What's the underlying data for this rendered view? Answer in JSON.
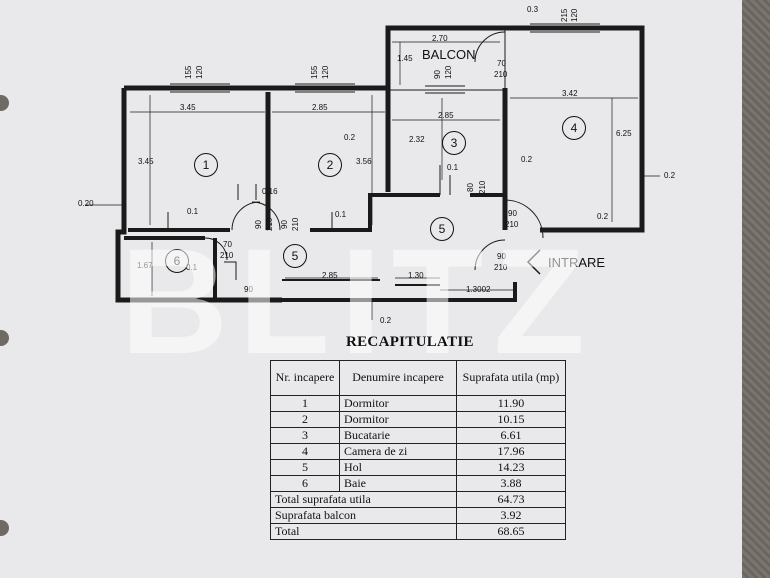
{
  "plan": {
    "room_numbers": [
      "1",
      "2",
      "3",
      "4",
      "5",
      "5",
      "6"
    ],
    "balcony_label": "BALCON",
    "entrance_label": "INTRARE",
    "watermark": "BLITZ",
    "dims": {
      "d0_3": "0.3",
      "d270": "2.70",
      "d215": "215",
      "d120a": "120",
      "d145": "1.45",
      "d70a": "70",
      "d210a": "210",
      "d155a": "155",
      "d120b": "120",
      "d155b": "155",
      "d120c": "120",
      "d90a": "90",
      "d120d": "120",
      "d345a": "3.45",
      "d285a": "2.85",
      "d285b": "2.85",
      "d342": "3.42",
      "d345b": "3.45",
      "d356": "3.56",
      "d02a": "0.2",
      "d232": "2.32",
      "d625": "6.25",
      "d02b": "0.2",
      "d01a": "0.1",
      "d02c": "0.2",
      "d016": "0.16",
      "d80": "80",
      "d210b": "210",
      "d020": "0.20",
      "d01b": "0.1",
      "d90b": "90",
      "d210c": "210",
      "d01c": "0.1",
      "d90c": "90",
      "d210d": "210",
      "d02d": "0.2",
      "d70b": "70",
      "d210e": "210",
      "d167": "1.67",
      "d01d": "0.1",
      "d90d": "90",
      "d210f": "210",
      "d90e": "90",
      "d285c": "2.85",
      "d130": "1.30",
      "d13002": "1.3002",
      "d02e": "0.2"
    }
  },
  "recap": {
    "title": "RECAPITULATIE",
    "headers": {
      "nr": "Nr. incapere",
      "den": "Denumire incapere",
      "sup": "Suprafata utila (mp)"
    },
    "rows": [
      {
        "nr": "1",
        "name": "Dormitor",
        "area": "11.90"
      },
      {
        "nr": "2",
        "name": "Dormitor",
        "area": "10.15"
      },
      {
        "nr": "3",
        "name": "Bucatarie",
        "area": "6.61"
      },
      {
        "nr": "4",
        "name": "Camera de zi",
        "area": "17.96"
      },
      {
        "nr": "5",
        "name": "Hol",
        "area": "14.23"
      },
      {
        "nr": "6",
        "name": "Baie",
        "area": "3.88"
      }
    ],
    "totals": [
      {
        "label": "Total suprafata utila",
        "value": "64.73"
      },
      {
        "label": "Suprafata balcon",
        "value": "3.92"
      },
      {
        "label": "Total",
        "value": "68.65"
      }
    ]
  }
}
